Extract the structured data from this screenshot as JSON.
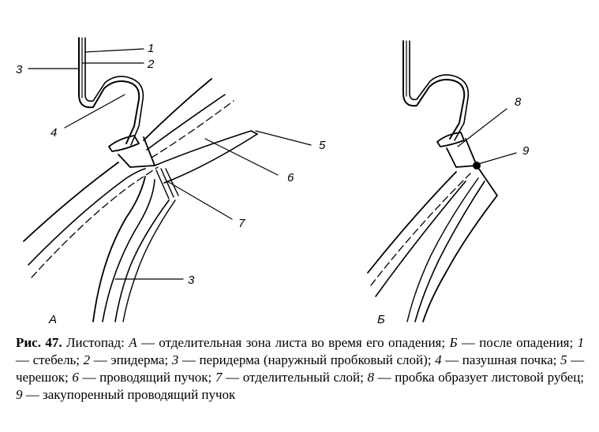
{
  "figure": {
    "panel_a_letter": "А",
    "panel_b_letter": "Б",
    "labels_a": {
      "l1": "1",
      "l2": "2",
      "l3_top": "3",
      "l4": "4",
      "l5": "5",
      "l6": "6",
      "l7": "7",
      "l3_bottom": "3"
    },
    "labels_b": {
      "l8": "8",
      "l9": "9"
    }
  },
  "caption": {
    "lead": "Рис. 47.",
    "part1": "Листопад:",
    "a_letter": "А",
    "part2": "— отделительная зона листа во время его опадения;",
    "b_letter": "Б",
    "part3": "— после опадения;",
    "n1": "1",
    "part4": "— стебель;",
    "n2": "2",
    "part5": "— эпидерма;",
    "n3": "3",
    "part6": "— перидерма (наружный пробковый слой);",
    "n4": "4",
    "part7": "— пазушная почка;",
    "n5": "5",
    "part8": "— черешок;",
    "n6": "6",
    "part9": "— проводящий пучок;",
    "n7": "7",
    "part10": "— отделительный слой;",
    "n8": "8",
    "part11": "— пробка образует листовой рубец;",
    "n9": "9",
    "part12": "— закупоренный проводящий пучок"
  }
}
